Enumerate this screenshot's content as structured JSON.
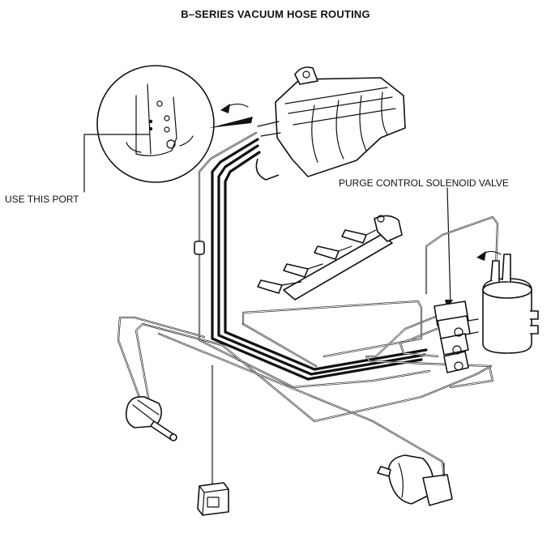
{
  "diagram": {
    "title": "B–SERIES VACUUM HOSE ROUTING",
    "labels": {
      "use_this_port": "USE THIS PORT",
      "purge_control_solenoid_valve": "PURGE CONTROL SOLENOID VALVE"
    }
  },
  "colors": {
    "line": "#111111",
    "background": "#ffffff"
  }
}
